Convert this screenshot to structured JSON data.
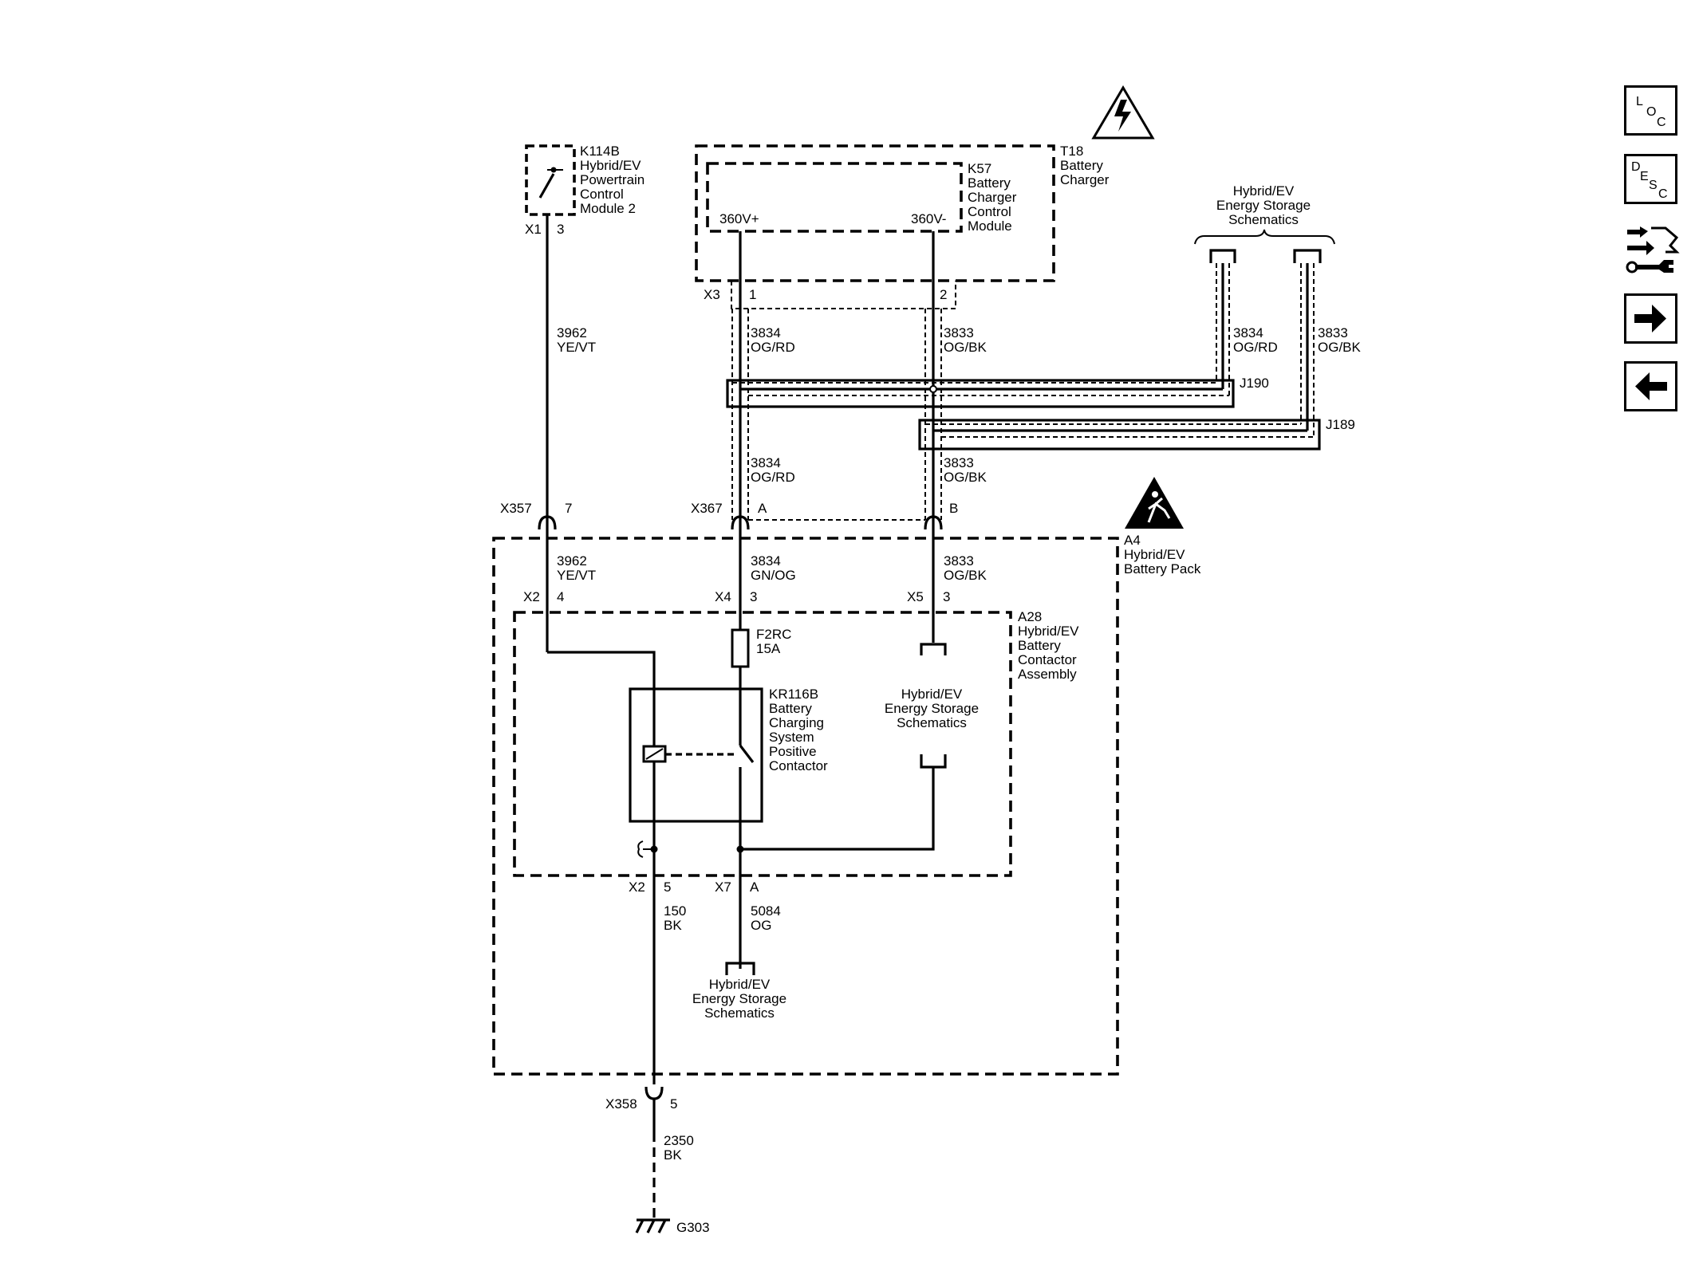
{
  "components": {
    "k114b": {
      "id": "K114B",
      "lines": [
        "Hybrid/EV",
        "Powertrain",
        "Control",
        "Module 2"
      ]
    },
    "k57": {
      "id": "K57",
      "lines": [
        "Battery",
        "Charger",
        "Control",
        "Module"
      ]
    },
    "t18": {
      "id": "T18",
      "lines": [
        "Battery",
        "Charger"
      ]
    },
    "a4": {
      "id": "A4",
      "lines": [
        "Hybrid/EV",
        "Battery Pack"
      ]
    },
    "a28": {
      "id": "A28",
      "lines": [
        "Hybrid/EV",
        "Battery",
        "Contactor",
        "Assembly"
      ]
    },
    "kr116b": {
      "id": "KR116B",
      "lines": [
        "Battery",
        "Charging",
        "System",
        "Positive",
        "Contactor"
      ]
    },
    "f2rc": {
      "id": "F2RC",
      "rating": "15A"
    },
    "g303": {
      "id": "G303"
    }
  },
  "terminals": {
    "pos": "360V+",
    "neg": "360V-"
  },
  "connectors": {
    "x1": {
      "name": "X1",
      "pin": "3"
    },
    "x3": {
      "name": "X3",
      "pin_a": "1",
      "pin_b": "2"
    },
    "x357": {
      "name": "X357",
      "pin": "7"
    },
    "x367": {
      "name": "X367",
      "pin_a": "A",
      "pin_b": "B"
    },
    "x2_top": {
      "name": "X2",
      "pin": "4"
    },
    "x4": {
      "name": "X4",
      "pin": "3"
    },
    "x5": {
      "name": "X5",
      "pin": "3"
    },
    "x2_bot": {
      "name": "X2",
      "pin": "5"
    },
    "x7": {
      "name": "X7",
      "pin": "A"
    },
    "x358": {
      "name": "X358",
      "pin": "5"
    }
  },
  "splices": {
    "j190": "J190",
    "j189": "J189"
  },
  "wires": {
    "w3962_top": {
      "circuit": "3962",
      "color": "YE/VT"
    },
    "w3834_top": {
      "circuit": "3834",
      "color": "OG/RD"
    },
    "w3833_top": {
      "circuit": "3833",
      "color": "OG/BK"
    },
    "w3834_right": {
      "circuit": "3834",
      "color": "OG/RD"
    },
    "w3833_right": {
      "circuit": "3833",
      "color": "OG/BK"
    },
    "w3834_mid": {
      "circuit": "3834",
      "color": "OG/RD"
    },
    "w3833_mid": {
      "circuit": "3833",
      "color": "OG/BK"
    },
    "w3962_in": {
      "circuit": "3962",
      "color": "YE/VT"
    },
    "w3834_in": {
      "circuit": "3834",
      "color": "GN/OG"
    },
    "w3833_in": {
      "circuit": "3833",
      "color": "OG/BK"
    },
    "w150": {
      "circuit": "150",
      "color": "BK"
    },
    "w5084": {
      "circuit": "5084",
      "color": "OG"
    },
    "w2350": {
      "circuit": "2350",
      "color": "BK"
    }
  },
  "references": {
    "top_right": [
      "Hybrid/EV",
      "Energy Storage",
      "Schematics"
    ],
    "inner": [
      "Hybrid/EV",
      "Energy Storage",
      "Schematics"
    ],
    "bottom": [
      "Hybrid/EV",
      "Energy Storage",
      "Schematics"
    ]
  },
  "nav": {
    "loc": [
      "L",
      "O",
      "C"
    ],
    "desc": [
      "D",
      "E",
      "S",
      "C"
    ]
  }
}
